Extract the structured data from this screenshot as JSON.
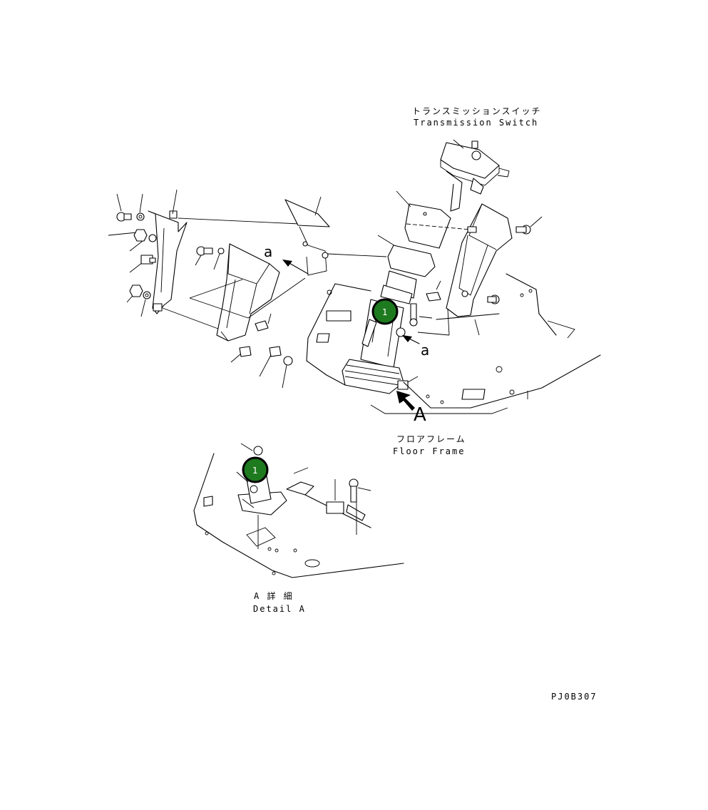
{
  "labels": {
    "transmission_switch_jp": "トランスミッションスイッチ",
    "transmission_switch_en": "Transmission Switch",
    "floor_frame_jp": "フロアフレーム",
    "floor_frame_en": "Floor Frame",
    "detail_jp": "A 詳 細",
    "detail_en": "Detail A",
    "drawing_code": "PJ0B307",
    "view_arrow_letter": "A",
    "ref_a_left": "a",
    "ref_a_right": "a"
  },
  "callouts": [
    {
      "id": "callout-1-main",
      "number": "1"
    },
    {
      "id": "callout-1-detail",
      "number": "1"
    }
  ],
  "colors": {
    "callout_fill": "#1e7a1e",
    "line": "#000000",
    "background": "#ffffff"
  }
}
